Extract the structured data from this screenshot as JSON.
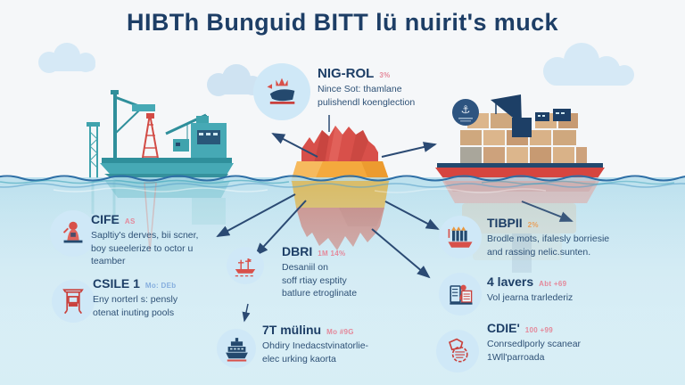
{
  "title": "HIBTh Bunguid BITT lü nuirit's muck",
  "colors": {
    "accent_navy": "#1d3e66",
    "body_text": "#2e5176",
    "water": "#bfe3f0",
    "iceberg_red": "#d8504a",
    "iceberg_orange": "#f4a93d",
    "underwater_yellow": "#d9bd6b",
    "underwater_pink": "#cb928d",
    "ship_teal": "#46a9b5",
    "ship_red": "#d6453f",
    "container_tan": "#d9b288",
    "icon_circle_bg": "#cfe8f7",
    "badge_pink": "#e4899b",
    "badge_blue": "#86aede",
    "badge_orange": "#e8a05c",
    "arrow": "#2b4a73"
  },
  "top_item": {
    "title": "NIG-ROL",
    "badge": "3%",
    "badge_color": "#e4899b",
    "icon": "crowned-ship-icon",
    "lines": [
      "Nince Sot: thamlane",
      "pulishendl koenglection"
    ]
  },
  "left_items": [
    {
      "title": "CIFE",
      "badge": "AS",
      "badge_color": "#e4899b",
      "icon": "statue-icon",
      "lines": [
        "Sapltiy's derves, bii scner,",
        "boy sueelerize to octor u",
        "teamber"
      ]
    },
    {
      "title": "CSILE 1",
      "badge": "Mo: DEb",
      "badge_color": "#86aede",
      "icon": "tower-icon",
      "lines": [
        "Eny norterl s: pensly",
        "otenat inuting pools"
      ]
    }
  ],
  "center_items": [
    {
      "title": "DBRI",
      "badge": "1M 14%",
      "badge_color": "#e4899b",
      "icon": "red-ship-icon",
      "lines": [
        "Desaniil on",
        "soff rtiay esptity",
        "batlure etroglinate"
      ]
    },
    {
      "title": "7T mülinu",
      "badge": "Mo #9G",
      "badge_color": "#e4899b",
      "icon": "navy-ship-icon",
      "lines": [
        "Ohdiry Inedacstvinatorlie-",
        "elec urking kaorta"
      ]
    }
  ],
  "right_items": [
    {
      "title": "TIBPII",
      "badge": "2%",
      "badge_color": "#e8a05c",
      "icon": "container-ship-icon",
      "lines": [
        "Brodle mots, ifalesly borriesie",
        "and rassing nelic.sunten."
      ]
    },
    {
      "title": "4 lavers",
      "badge": "Abt +69",
      "badge_color": "#e4899b",
      "icon": "documents-icon",
      "lines": [
        "Vol jearna trarlederiz"
      ]
    },
    {
      "title": "CDIE'",
      "badge": "100 +99",
      "badge_color": "#e4899b",
      "icon": "stamp-icon",
      "lines": [
        "Conrsedlporly scanear",
        "1Wll'parroada"
      ]
    }
  ]
}
